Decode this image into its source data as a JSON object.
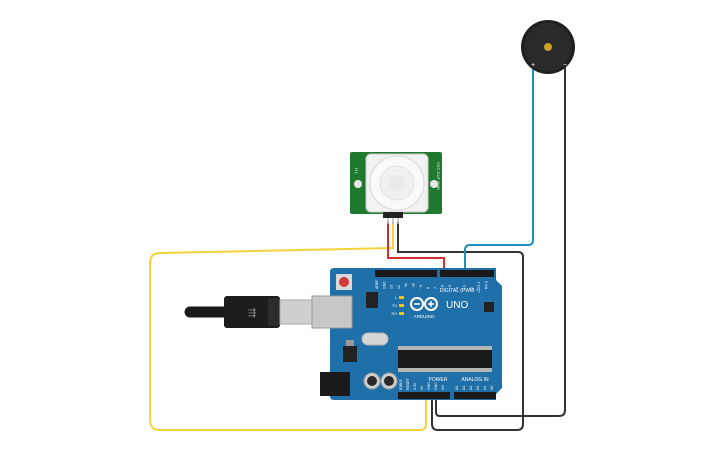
{
  "arduino": {
    "brand": "ARDUINO",
    "model": "UNO",
    "digital_label": "DIGITAL (PWM ~)",
    "power_label": "POWER",
    "analog_label": "ANALOG IN",
    "led_labels": [
      "L",
      "TX",
      "RX"
    ],
    "top_pins": [
      "AREF",
      "GND",
      "13",
      "12",
      "~11",
      "~10",
      "~9",
      "8",
      "7",
      "~6",
      "~5",
      "4",
      "~3",
      "2",
      "TX 1",
      "RX 0"
    ],
    "power_pins": [
      "IOREF",
      "RESET",
      "3.3V",
      "5V",
      "GND",
      "GND",
      "Vin"
    ],
    "analog_pins": [
      "A0",
      "A1",
      "A2",
      "A3",
      "A4",
      "A5"
    ]
  },
  "buzzer": {
    "plus_label": "+",
    "minus_label": "−"
  },
  "pir": {
    "left_label": "H L",
    "right_label": "VCC OUT GND"
  },
  "colors": {
    "board_blue": "#1f6fa8",
    "wire_red": "#d32f2f",
    "wire_yellow": "#f5d23a",
    "wire_blue": "#1b8fbf",
    "wire_black": "#333333",
    "pir_green": "#1f7a2f"
  },
  "wires": [
    {
      "name": "wire-red-vcc",
      "color": "#d32f2f"
    },
    {
      "name": "wire-yellow-out",
      "color": "#f5d23a"
    },
    {
      "name": "wire-black-gnd",
      "color": "#333333"
    },
    {
      "name": "wire-blue-signal",
      "color": "#1b8fbf"
    },
    {
      "name": "wire-black-buzzer",
      "color": "#333333"
    }
  ]
}
